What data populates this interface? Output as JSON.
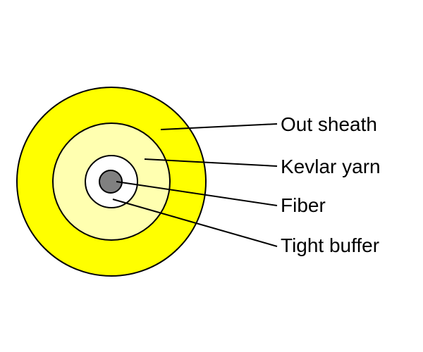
{
  "diagram": {
    "layers": [
      {
        "key": "out_sheath",
        "name": "Out sheath",
        "fill": "#ffff00"
      },
      {
        "key": "kevlar_yarn",
        "name": "Kevlar yarn",
        "fill": "#ffffb0"
      },
      {
        "key": "tight_buffer",
        "name": "Tight buffer",
        "fill": "#ffffff"
      },
      {
        "key": "fiber",
        "name": "Fiber",
        "fill": "#808080"
      }
    ],
    "labels": {
      "out_sheath": "Out sheath",
      "kevlar_yarn": "Kevlar yarn",
      "fiber": "Fiber",
      "tight_buffer": "Tight buffer"
    },
    "colors": {
      "outline": "#000000",
      "leader_line": "#000000"
    }
  }
}
